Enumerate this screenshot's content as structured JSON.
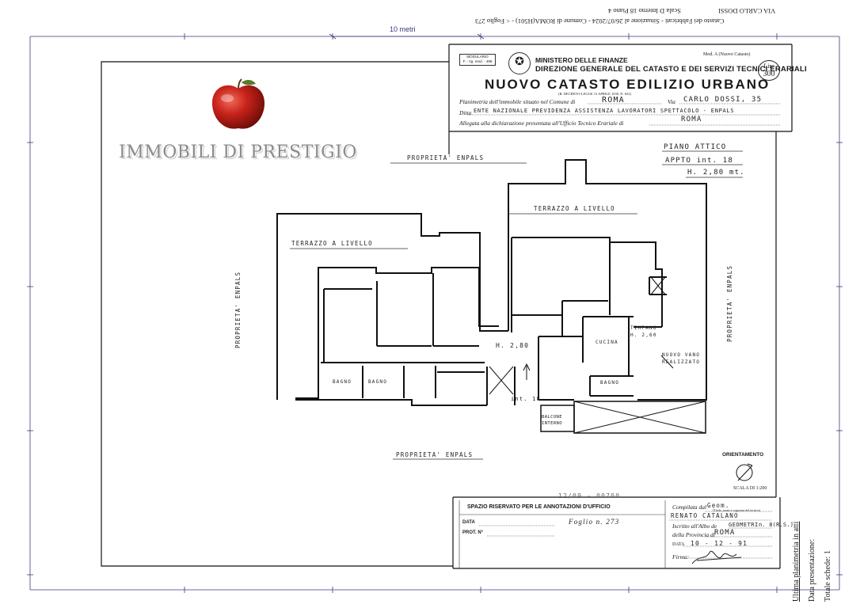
{
  "header_rotated": {
    "left": "Catasto dei Fabbricati - Situazione al 26/07/2024 - Comune di ROMA(H501) - < Foglio 273",
    "middle": "Scala D Interno 18 Piano 4",
    "right": "VIA CARLO DOSSI"
  },
  "scale_bar": "10 metri",
  "brand": {
    "name": "IMMOBILI DI PRESTIGIO"
  },
  "form": {
    "modulario": "MODULARIO",
    "modulario_code": "F. - rig. rend. - 498",
    "mod_label": "Mod. A (Nuovo Catasto)",
    "ministry": "MINISTERO DELLE FINANZE",
    "direction": "DIREZIONE GENERALE DEL CATASTO E DEI SERVIZI TECNICI ERARIALI",
    "title": "NUOVO CATASTO EDILIZIO URBANO",
    "lire_label": "Lire",
    "lire_value": "300",
    "decree": "(R. DECRETO-LEGGE 13 APRILE 1939, N. 652)",
    "planimetria_label": "Planimetria dell'immobile situato nel Comune di",
    "comune": "ROMA",
    "via_label": "Via",
    "via": "CARLO DOSSI, 35",
    "ditta_label": "Ditta",
    "ditta": "ENTE NAZIONALE PREVIDENZA ASSISTENZA LAVORATORI SPETTACOLO - ENPALS",
    "allegata_label": "Allegata alla dichiarazione presentata all'Ufficio Tecnico Erariale di",
    "ufficio": "ROMA"
  },
  "plan_info": {
    "piano": "PIANO ATTICO",
    "appto": "APPTO int. 18",
    "altezza": "H. 2,80 mt."
  },
  "labels": {
    "prop_top": "PROPRIETA' ENPALS",
    "prop_bottom": "PROPRIETA' ENPALS",
    "prop_left": "PROPRIETA' ENPALS",
    "prop_right": "PROPRIETA' ENPALS",
    "terrazzo_left": "TERRAZZO A LIVELLO",
    "terrazzo_right": "TERRAZZO A LIVELLO",
    "h280": "H. 2,80",
    "int18": "int. 18",
    "bagno1": "BAGNO",
    "bagno2": "BAGNO",
    "bagno3": "BAGNO",
    "cucina": "CUCINA",
    "timpano": "TIMPANO H. 2,60",
    "nuovo_vano": "NUOVO VANO REALIZZATO",
    "balcone": "BALCONE INTERNO"
  },
  "orientation": {
    "title": "ORIENTAMENTO",
    "scale": "SCALA DI 1:200"
  },
  "office": {
    "title": "SPAZIO RISERVATO PER LE ANNOTAZIONI D'UFFICIO",
    "data_label": "DATA",
    "prot_label": "PROT. N°",
    "foglio": "Foglio n. 273",
    "stamp": "12/09 - 00700"
  },
  "compiler": {
    "compilata_label": "Compilata dal",
    "compilata_value": "Geom.",
    "compilata_note": "(Titolo, nome e cognome del tecnico)",
    "nome": "RENATO CATALANO",
    "iscritto_label": "Iscritto all'Albo de",
    "albo": "GEOMETRI",
    "numero": "n. 8(R.S.)",
    "provincia_label": "della Provincia di",
    "provincia": "ROMA",
    "data_label": "DATA",
    "data": "10 - 12 - 91",
    "firma_label": "Firma:"
  },
  "side_notes": {
    "line1": "Ultima planimetria in atti",
    "line2": "Data presentazione:",
    "line3": "Totale schede: 1"
  }
}
